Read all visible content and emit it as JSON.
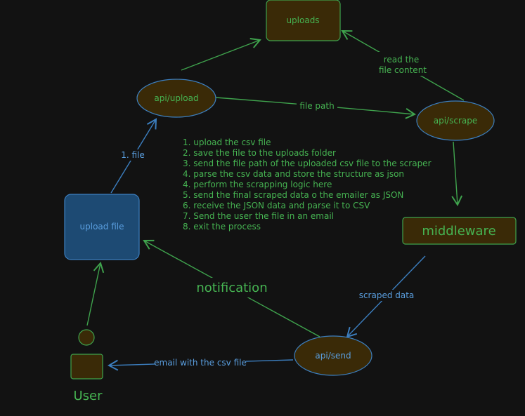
{
  "colors": {
    "background": "#121212",
    "green": "#3fa34d",
    "green_text": "#46b452",
    "blue": "#3c7fc0",
    "blue_text": "#5a9fe0",
    "node_fill": "#3a2a07",
    "upload_fill": "#1d4a73"
  },
  "nodes": {
    "uploads": "uploads",
    "api_upload": "api/upload",
    "api_scrape": "api/scrape",
    "middleware": "middleware",
    "upload_file": "upload file",
    "api_send": "api/send",
    "user": "User"
  },
  "edges": {
    "file": "1. file",
    "file_path": "file path",
    "read_line1": "read the",
    "read_line2": "file content",
    "scraped_data": "scraped data",
    "email": "email with the csv file",
    "notification": "notification"
  },
  "steps": [
    "1. upload the csv file",
    "2. save the file to the uploads folder",
    "3. send the file path of the uploaded csv file to the scraper",
    "4. parse the csv data and store the structure as json",
    "4. perform the scrapping logic here",
    "5. send the final scraped data o the emailer as JSON",
    "6. receive the JSON data and parse it to CSV",
    "7. Send the user the file in an email",
    "8. exit the process"
  ]
}
